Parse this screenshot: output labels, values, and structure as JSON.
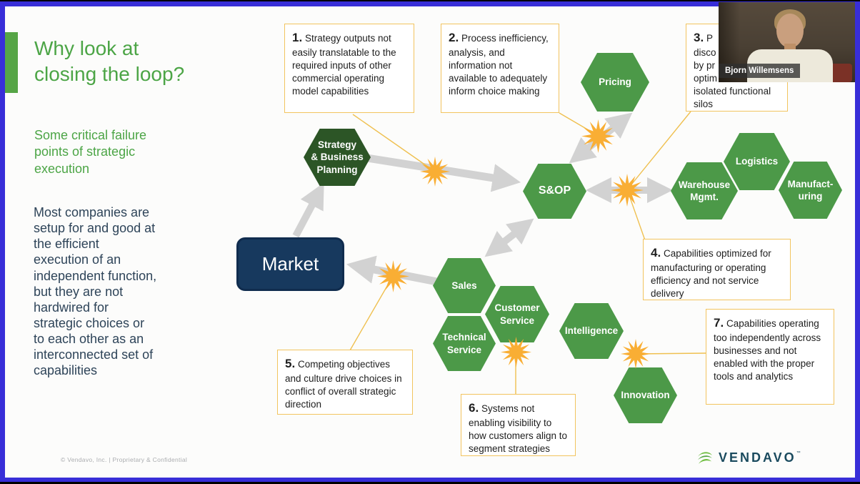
{
  "slide": {
    "title_lines": [
      "Why look at",
      "closing the loop?"
    ],
    "subtitle_lines": [
      "Some critical failure",
      "points of strategic",
      "execution"
    ],
    "body_lines": [
      "Most companies are",
      "setup for and good at",
      "the efficient",
      "execution of an",
      "independent function,",
      "but they are not",
      "hardwired for",
      "strategic choices or",
      "to each other as an",
      "interconnected set of",
      "capabilities"
    ],
    "footer": "© Vendavo, Inc.   |   Proprietary & Confidential"
  },
  "diagram": {
    "nodes": {
      "market": "Market",
      "strategy": [
        "Strategy",
        "& Business",
        "Planning"
      ],
      "pricing": "Pricing",
      "sop": "S&OP",
      "warehouse": [
        "Warehouse",
        "Mgmt."
      ],
      "logistics": "Logistics",
      "manufacturing": [
        "Manufact-",
        "uring"
      ],
      "sales": "Sales",
      "customer_service": [
        "Customer",
        "Service"
      ],
      "technical_service": [
        "Technical",
        "Service"
      ],
      "intelligence": "Intelligence",
      "innovation": "Innovation"
    },
    "callouts": [
      {
        "num": "1.",
        "text": "Strategy outputs not easily translatable to the required inputs of other commercial operating model capabilities"
      },
      {
        "num": "2.",
        "text": "Process inefficiency, analysis, and information not available to adequately inform choice making"
      },
      {
        "num": "3.",
        "text_lines": [
          "P",
          "disco",
          "by pr",
          "optim",
          "isolated functional",
          "silos"
        ]
      },
      {
        "num": "4.",
        "text": "Capabilities optimized for manufacturing or operating efficiency and not service delivery"
      },
      {
        "num": "5.",
        "text": "Competing objectives and culture drive choices in conflict of overall strategic direction"
      },
      {
        "num": "6.",
        "text": "Systems not enabling visibility to how customers align to segment strategies"
      },
      {
        "num": "7.",
        "text": "Capabilities operating too independently across businesses and not enabled with the proper tools and analytics"
      }
    ]
  },
  "webcam": {
    "speaker_name": "Bjorn Willemsens"
  },
  "branding": {
    "logo_text": "VENDAVO",
    "trademark": "™"
  },
  "colors": {
    "frame_blue": "#382ED8",
    "accent_green": "#56A546",
    "hexagon_green": "#4C9948",
    "hexagon_dark_green": "#2C5526",
    "market_navy": "#17395E",
    "callout_border": "#F2C45F",
    "starburst_gold": "#F9AE34",
    "arrow_gray": "#D2D2D2",
    "title_green": "#4CA546",
    "body_text": "#2E4459"
  }
}
